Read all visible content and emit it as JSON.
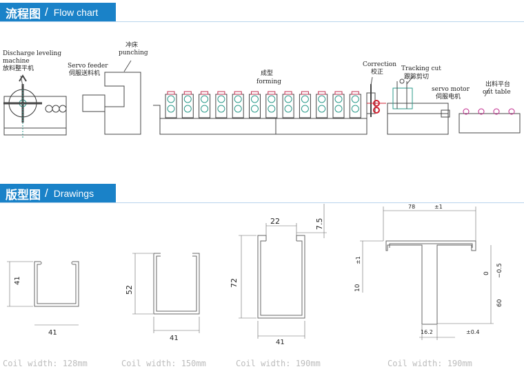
{
  "sections": {
    "flow": {
      "zh": "流程图",
      "sep": "/",
      "en": "Flow chart"
    },
    "drawings": {
      "zh": "版型图",
      "sep": "/",
      "en": "Drawings"
    }
  },
  "flow_labels": {
    "decoiler_en": "Discharge leveling",
    "decoiler_en2": "machine",
    "decoiler_zh": "放料整平机",
    "servo_feeder_en": "Servo feeder",
    "servo_feeder_zh": "伺服送料机",
    "punch_zh": "冲床",
    "punch_en": "punching",
    "forming_zh": "成型",
    "forming_en": "forming",
    "correction_en": "Correction",
    "correction_zh": "校正",
    "tracking_en": "Tracking cut",
    "tracking_zh": "跟踪剪切",
    "servo_motor_en": "servo motor",
    "servo_motor_zh": "伺服电机",
    "out_table_zh": "出料平台",
    "out_table_en": "out table"
  },
  "drawings": [
    {
      "id": "p1",
      "dims": {
        "height": "41",
        "width": "41"
      },
      "coil": "Coil width: 128mm"
    },
    {
      "id": "p2",
      "dims": {
        "height": "52",
        "width": "41"
      },
      "coil": "Coil width: 150mm"
    },
    {
      "id": "p3",
      "dims": {
        "height": "72",
        "width": "41",
        "gap": "22",
        "lip": "7.5"
      },
      "coil": "Coil width: 190mm"
    },
    {
      "id": "p4",
      "dims": {
        "flange": "78",
        "flange_tol": "±1",
        "lip": "10",
        "lip_tol": "±1",
        "zero": "0",
        "neg": "−0.5",
        "height": "60",
        "web": "16.2",
        "web_tol": "±0.4"
      },
      "coil": "Coil width: 190mm"
    }
  ],
  "colors": {
    "header_bg": "#1a82c8",
    "header_text": "#ffffff",
    "roller_accent": "#2a9a8a",
    "correction_red": "#d02030",
    "out_table_magenta": "#c0258a"
  }
}
